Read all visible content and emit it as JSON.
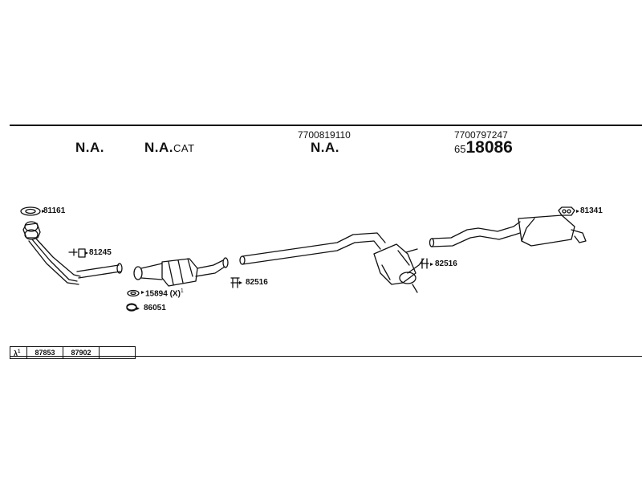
{
  "header": {
    "sections": [
      {
        "label": "N.A.",
        "suffix": ""
      },
      {
        "label": "N.A.",
        "suffix": "CAT"
      },
      {
        "part_number": "7700819110",
        "label": "N.A."
      },
      {
        "part_number": "7700797247",
        "prefix": "65",
        "big_number": "18086"
      }
    ]
  },
  "callouts": {
    "c81161": "81161",
    "c81245": "81245",
    "c15894": "15894 (X)",
    "c15894_mark": "1",
    "c86051": "86051",
    "c82516a": "82516",
    "c82516b": "82516",
    "c81341": "81341"
  },
  "footer_table": {
    "symbol": "λ",
    "symbol_sup": "1",
    "cells": [
      "87853",
      "87902",
      ""
    ]
  }
}
